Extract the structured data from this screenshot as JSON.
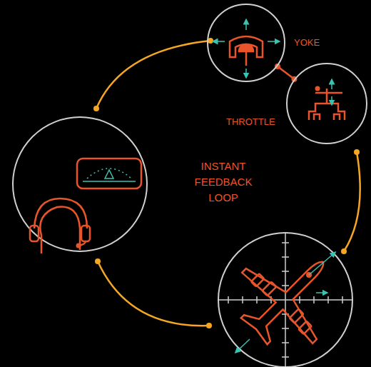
{
  "diagram": {
    "nodes": [
      {
        "text": [
          "YOKE"
        ]
      },
      {
        "text": [
          "THROTTLE"
        ]
      }
    ],
    "edges": [
      {
        "from": 0,
        "to": 1,
        "arrow": "none"
      }
    ],
    "labels": [
      "INSTANT FEEDBACK LOOP"
    ]
  }
}
